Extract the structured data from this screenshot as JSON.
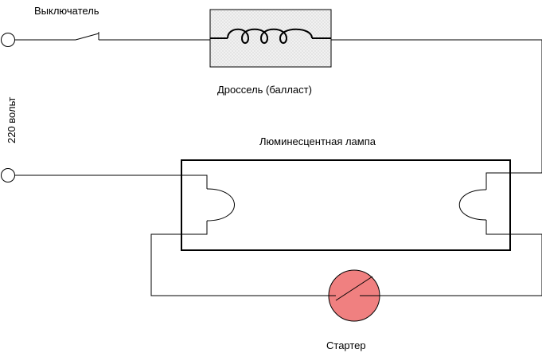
{
  "labels": {
    "switch": "Выключатель",
    "choke": "Дроссель (балласт)",
    "voltage": "220 вольт",
    "lamp": "Люминесцентная лампа",
    "starter": "Стартер"
  },
  "colors": {
    "line": "#000000",
    "choke_fill": "#f0f0f0",
    "starter_fill": "#f08080"
  },
  "icons": {
    "terminal": "open-circle",
    "switch": "switch-contact",
    "choke": "inductor-coil",
    "filament": "filament-loop",
    "starter": "starter-bulb"
  }
}
